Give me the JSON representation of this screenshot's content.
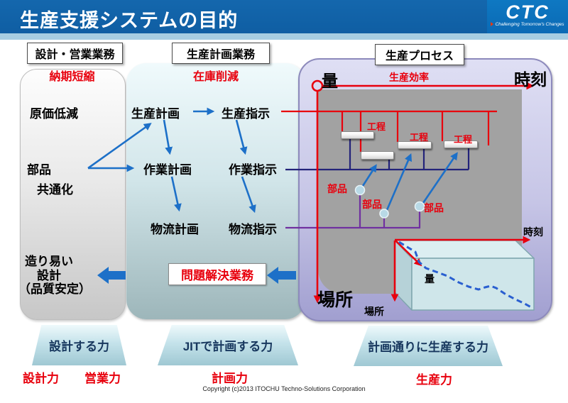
{
  "slide": {
    "title": "生産支援システムの目的",
    "logo_text": "CTC",
    "logo_tagline": "Challenging Tomorrow's Changes",
    "copyright": "Copyright (c)2013 ITOCHU Techno-Solutions Corporation"
  },
  "headers": {
    "design": "設計・営業業務",
    "planning": "生産計画業務",
    "process": "生産プロセス"
  },
  "goals": {
    "design": "納期短縮",
    "planning": "在庫削減",
    "process": "生産効率"
  },
  "design_col": {
    "cost": "原価低減",
    "parts_line1": "部品",
    "parts_line2": "共通化",
    "easy_line1": "造り易い",
    "easy_line2": "設計",
    "easy_line3": "（品質安定）"
  },
  "planning_col": {
    "prod_plan": "生産計画",
    "prod_inst": "生産指示",
    "work_plan": "作業計画",
    "work_inst": "作業指示",
    "log_plan": "物流計画",
    "log_inst": "物流指示",
    "problem": "問題解決業務"
  },
  "process_panel": {
    "qty": "量",
    "time": "時刻",
    "place": "場所",
    "place_axis": "場所",
    "kotei": [
      "工程",
      "工程",
      "工程"
    ],
    "buhin": [
      "部品",
      "部品",
      "部品"
    ],
    "graph": {
      "time": "時刻",
      "qty": "量"
    }
  },
  "footer": {
    "capabilities": [
      "設計する力",
      "JITで計画する力",
      "計画通りに生産する力"
    ],
    "powers": [
      "設計力",
      "営業力",
      "計画力",
      "生産力"
    ]
  },
  "colors": {
    "title_bar_blue": "#1162a7",
    "accent_red": "#e8000d",
    "flow_blue": "#1d70c8",
    "navy_line": "#23237a",
    "purple_line": "#7030a0",
    "dashed_blue": "#2a5fd0"
  }
}
